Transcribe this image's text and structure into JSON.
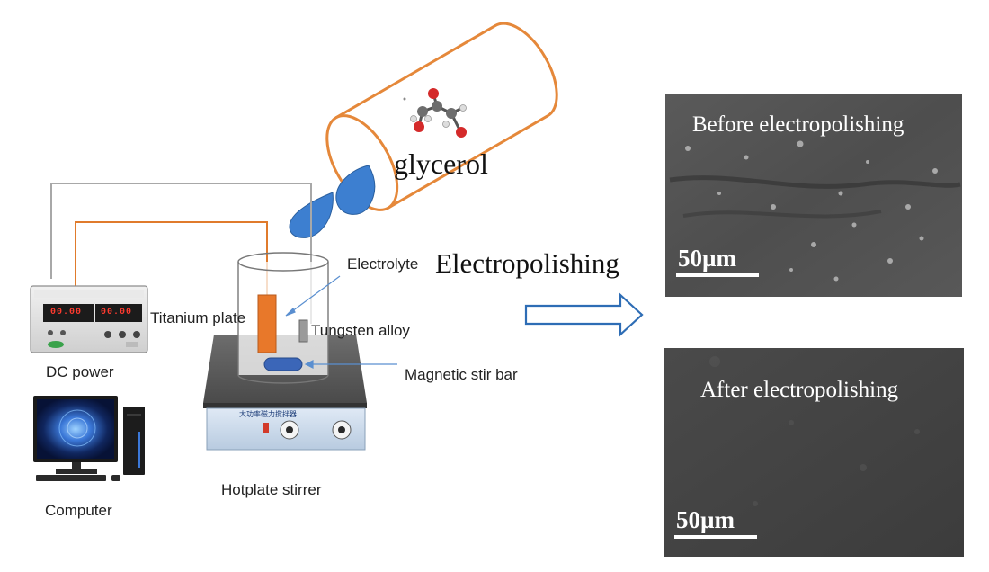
{
  "labels": {
    "glycerol": "glycerol",
    "electropolishing": "Electropolishing",
    "electrolyte": "Electrolyte",
    "titanium_plate": "Titanium plate",
    "tungsten_alloy": "Tungsten alloy",
    "magnetic_stir_bar": "Magnetic stir bar",
    "dc_power": "DC power",
    "computer": "Computer",
    "hotplate_stirrer": "Hotplate stirrer"
  },
  "sem_images": {
    "before": {
      "label": "Before electropolishing",
      "scale": "50µm"
    },
    "after": {
      "label": "After electropolishing",
      "scale": "50µm"
    }
  },
  "dc_power_display": {
    "left": "00.00",
    "right": "00.00"
  },
  "stirrer_panel_text": "大功率磁力搅拌器",
  "colors": {
    "wire_orange": "#e07b2c",
    "wire_gray": "#a8a8a8",
    "droplet_blue": "#3d7fd0",
    "arrow_blue": "#2e6db5",
    "titanium_plate": "#e8782a",
    "stir_bar": "#3b66b8",
    "container_outline": "#e5883a"
  },
  "icons": {
    "molecule": "glycerol-molecule-icon",
    "arrow": "right-arrow-icon"
  }
}
